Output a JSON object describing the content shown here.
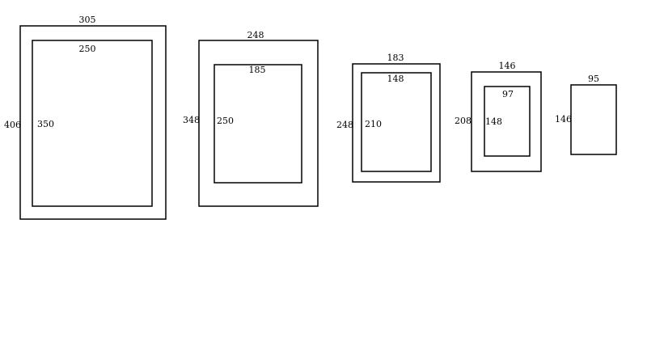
{
  "frames": [
    {
      "outer": {
        "width": "305",
        "height": "406"
      },
      "inner": {
        "width": "250",
        "height": "350"
      }
    },
    {
      "outer": {
        "width": "248",
        "height": "348"
      },
      "inner": {
        "width": "185",
        "height": "250"
      }
    },
    {
      "outer": {
        "width": "183",
        "height": "248"
      },
      "inner": {
        "width": "148",
        "height": "210"
      }
    },
    {
      "outer": {
        "width": "146",
        "height": "208"
      },
      "inner": {
        "width": "97",
        "height": "148"
      }
    },
    {
      "outer": {
        "width": "95",
        "height": "146"
      }
    }
  ],
  "colors": {
    "stroke": "#000000",
    "background": "#ffffff"
  }
}
